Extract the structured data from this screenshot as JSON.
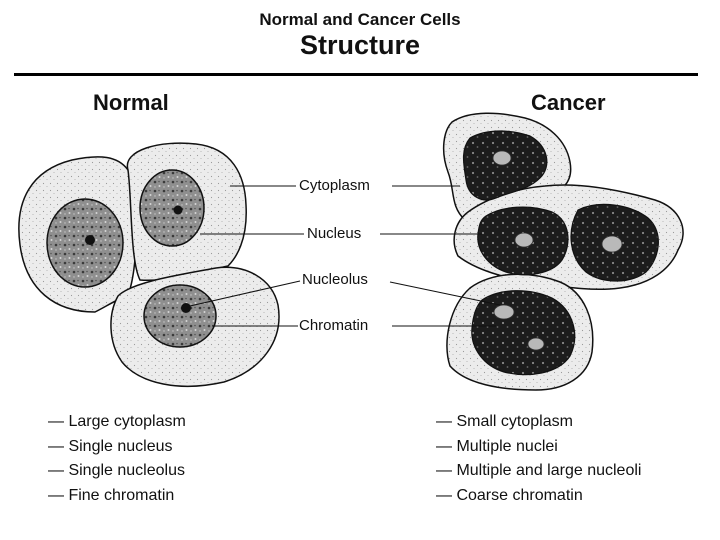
{
  "header": {
    "subtitle": "Normal and Cancer Cells",
    "title": "Structure"
  },
  "columns": {
    "normal": "Normal",
    "cancer": "Cancer"
  },
  "labels": {
    "cytoplasm": "Cytoplasm",
    "nucleus": "Nucleus",
    "nucleolus": "Nucleolus",
    "chromatin": "Chromatin"
  },
  "normal_traits": [
    "— Large cytoplasm",
    "— Single nucleus",
    "— Single nucleolus",
    "— Fine chromatin"
  ],
  "cancer_traits": [
    "— Small cytoplasm",
    "— Multiple nuclei",
    "— Multiple and large nucleoli",
    "— Coarse chromatin"
  ],
  "colors": {
    "cytoplasm_fill": "#ececec",
    "normal_nucleus_fill": "#8f8f8f",
    "cancer_nucleus_fill": "#1c1c1c",
    "nucleolus_fill": "#b9b9b9",
    "outline": "#111111"
  }
}
